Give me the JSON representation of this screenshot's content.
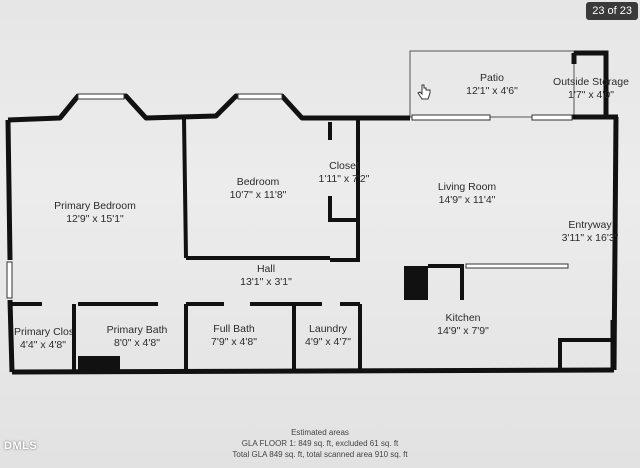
{
  "viewer": {
    "counter": "23 of 23"
  },
  "rooms": {
    "patio": {
      "name": "Patio",
      "dims": "12'1\" x 4'6\""
    },
    "outside_storage": {
      "name": "Outside Storage",
      "dims": "1'7\" x 4'0\""
    },
    "primary_bedroom": {
      "name": "Primary Bedroom",
      "dims": "12'9\" x 15'1\""
    },
    "bedroom": {
      "name": "Bedroom",
      "dims": "10'7\" x 11'8\""
    },
    "closet": {
      "name": "Closet",
      "dims": "1'11\" x 7'2\""
    },
    "living_room": {
      "name": "Living Room",
      "dims": "14'9\" x 11'4\""
    },
    "entryway": {
      "name": "Entryway",
      "dims": "3'11\" x 16'3\""
    },
    "hall": {
      "name": "Hall",
      "dims": "13'1\" x 3'1\""
    },
    "primary_closet": {
      "name": "Primary Closet",
      "dims": "4'4\" x 4'8\""
    },
    "primary_bath": {
      "name": "Primary Bath",
      "dims": "8'0\" x 4'8\""
    },
    "full_bath": {
      "name": "Full Bath",
      "dims": "7'9\" x 4'8\""
    },
    "laundry": {
      "name": "Laundry",
      "dims": "4'9\" x 4'7\""
    },
    "kitchen": {
      "name": "Kitchen",
      "dims": "14'9\" x 7'9\""
    }
  },
  "footer": {
    "heading": "Estimated areas",
    "line1": "GLA FLOOR 1: 849 sq. ft, excluded 61 sq. ft",
    "line2": "Total GLA 849 sq. ft, total scanned area 910 sq. ft"
  },
  "watermark": "DMLS"
}
